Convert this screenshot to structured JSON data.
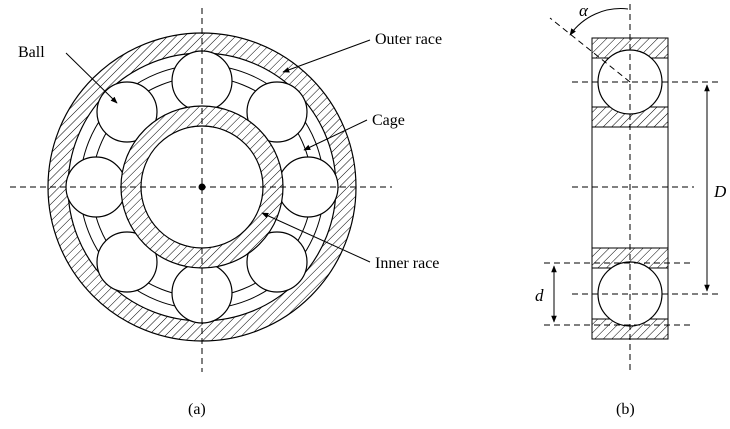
{
  "labels": {
    "ball": "Ball",
    "outer_race": "Outer race",
    "cage": "Cage",
    "inner_race": "Inner race",
    "caption_a": "(a)",
    "caption_b": "(b)",
    "alpha": "α",
    "diameter_D": "D",
    "diameter_d": "d"
  }
}
